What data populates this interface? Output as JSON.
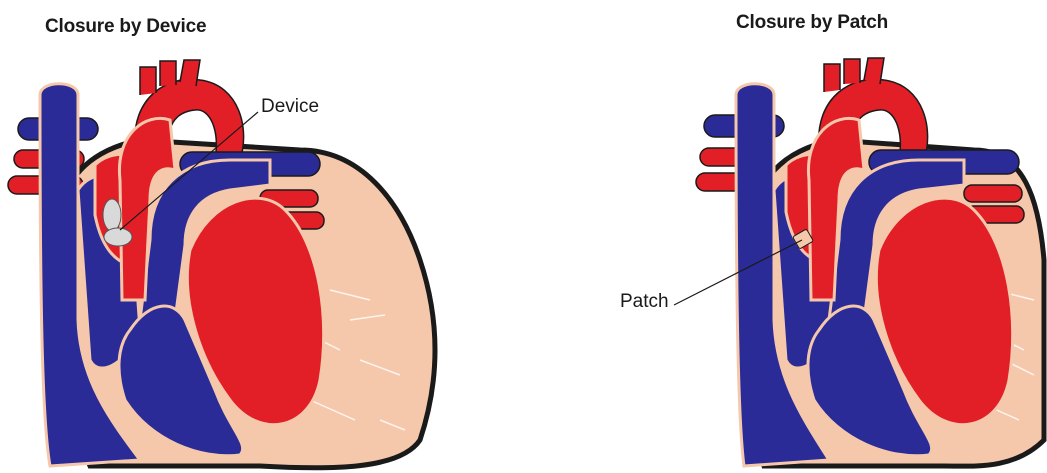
{
  "panels": [
    {
      "title": "Closure by Device",
      "callout": "Device"
    },
    {
      "title": "Closure by Patch",
      "callout": "Patch"
    }
  ],
  "colors": {
    "oxygenated": "#e21f26",
    "deoxygenated": "#2a2b96",
    "tissue": "#f5c8ac",
    "outline": "#1a1a1a",
    "device": "#d9d9d9"
  }
}
